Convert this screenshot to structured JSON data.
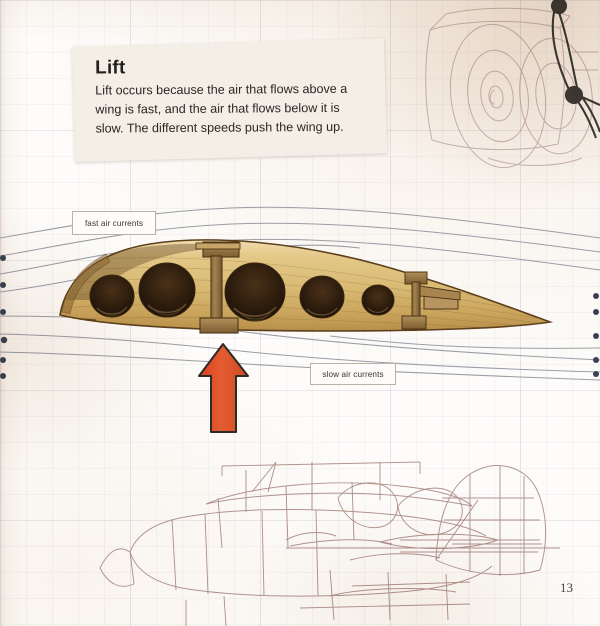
{
  "page": {
    "number": "13",
    "background_color": "#fdfcfa",
    "medium": "notebook-grid-paper"
  },
  "callout": {
    "title": "Lift",
    "body": "Lift occurs because the air that flows above a wing is fast, and the air that flows below it is slow. The different speeds push the wing up.",
    "background_color": "#f3efe7"
  },
  "labels": {
    "fast": "fast air currents",
    "slow": "slow air currents"
  },
  "diagram": {
    "arrow_color": "#e0532c",
    "airfoil_wood_light": "#e2c98d",
    "airfoil_wood_mid": "#c9a760",
    "airfoil_wood_dark": "#6b4a22",
    "streamline_color": "#8b8e99"
  },
  "sketches": {
    "top_right": "propeller-engine-pencil-sketch",
    "bottom": "biplane-fuselage-pencil-sketch",
    "pencil_color": "#a07f7a"
  }
}
